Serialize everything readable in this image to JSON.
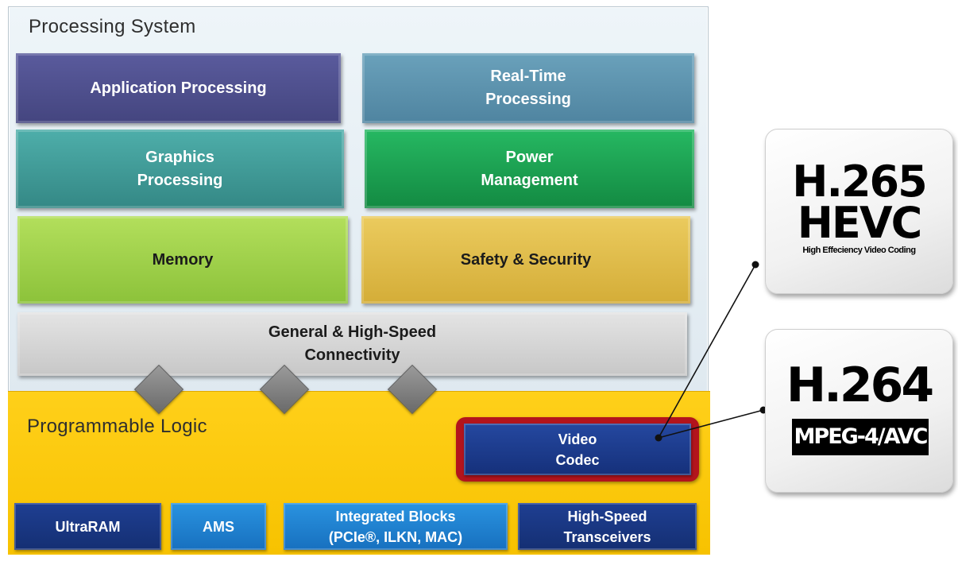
{
  "processing_system": {
    "title": "Processing System",
    "blocks": {
      "application": "Application Processing",
      "realtime": "Real-Time\nProcessing",
      "graphics": "Graphics\nProcessing",
      "power": "Power\nManagement",
      "memory": "Memory",
      "safety": "Safety & Security",
      "connectivity": "General & High-Speed\nConnectivity"
    }
  },
  "programmable_logic": {
    "title": "Programmable Logic",
    "video_codec": "Video\nCodec",
    "bottom_blocks": {
      "ultraram": "UltraRAM",
      "ams": "AMS",
      "integrated": "Integrated  Blocks\n(PCIe®, ILKN, MAC)",
      "transceivers": "High-Speed\nTransceivers"
    }
  },
  "codecs": {
    "hevc": {
      "line1": "H.265",
      "line2": "HEVC",
      "caption": "High Effeciency Video Coding"
    },
    "avc": {
      "line1": "H.264",
      "line2": "MPEG-4/AVC"
    }
  },
  "colors": {
    "application": "#4e4f8f",
    "realtime": "#5e93ad",
    "graphics": "#3f9c98",
    "power": "#1aa352",
    "memory": "#9ed046",
    "safety": "#e2bf4a",
    "connectivity": "#d6d6d6",
    "pl_background": "#fcc90b",
    "blue_dark": "#1a3a8c",
    "blue_light": "#1f82d2",
    "codec_border": "#b3141c"
  }
}
